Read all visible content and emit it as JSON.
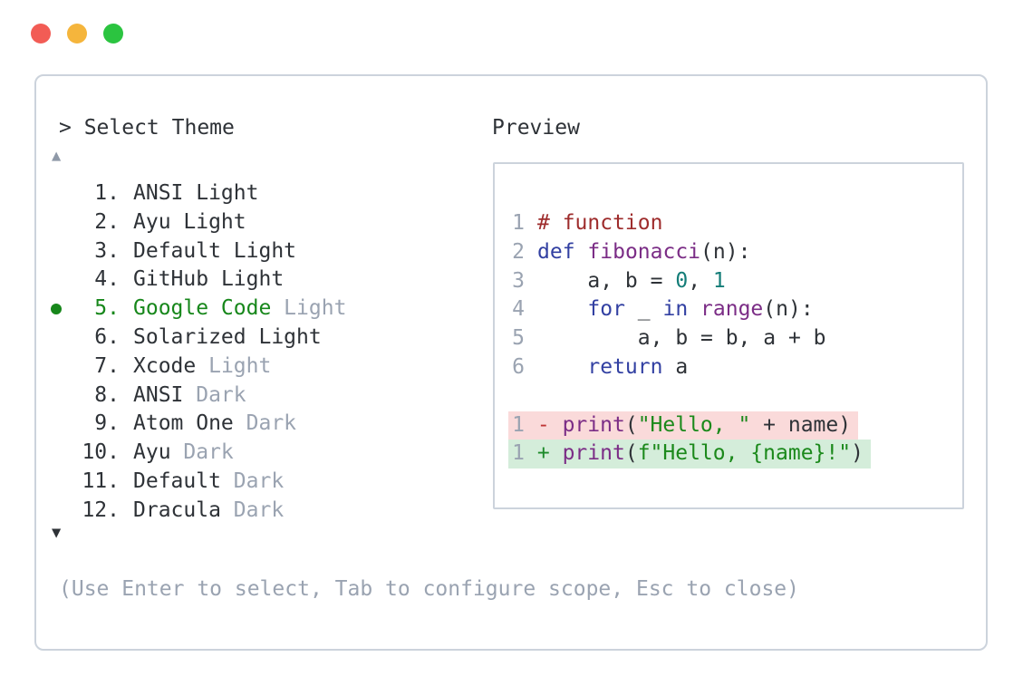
{
  "colors": {
    "traffic-red": "#f25c55",
    "traffic-yellow": "#f5b53c",
    "traffic-green": "#2bc440",
    "text-dark": "#2e3237",
    "text-muted": "#9aa3b1",
    "accent-green": "#17871b",
    "border": "#ccd3dc",
    "syn-comment": "#9e2c2c",
    "syn-keyword": "#3240a2",
    "syn-function": "#7b2d86",
    "syn-number": "#147d78",
    "syn-string": "#1b891b",
    "diff-minus": "#bf3434",
    "diff-plus": "#1d8a2a",
    "diff-removed-bg": "#fadada",
    "diff-added-bg": "#d4edda"
  },
  "window": {
    "controls": [
      {
        "name": "close"
      },
      {
        "name": "minimize"
      },
      {
        "name": "zoom"
      }
    ]
  },
  "theme_picker": {
    "header": "> Select Theme",
    "scroll_up_indicator": "▲",
    "scroll_down_indicator": "▼",
    "items": [
      {
        "number": "1.",
        "name": "ANSI",
        "variant": "Light",
        "variant_muted": false,
        "selected": false
      },
      {
        "number": "2.",
        "name": "Ayu",
        "variant": "Light",
        "variant_muted": false,
        "selected": false
      },
      {
        "number": "3.",
        "name": "Default",
        "variant": "Light",
        "variant_muted": false,
        "selected": false
      },
      {
        "number": "4.",
        "name": "GitHub",
        "variant": "Light",
        "variant_muted": false,
        "selected": false
      },
      {
        "number": "5.",
        "name": "Google Code",
        "variant": "Light",
        "variant_muted": true,
        "selected": true
      },
      {
        "number": "6.",
        "name": "Solarized",
        "variant": "Light",
        "variant_muted": false,
        "selected": false
      },
      {
        "number": "7.",
        "name": "Xcode",
        "variant": "Light",
        "variant_muted": true,
        "selected": false
      },
      {
        "number": "8.",
        "name": "ANSI",
        "variant": "Dark",
        "variant_muted": true,
        "selected": false
      },
      {
        "number": "9.",
        "name": "Atom One",
        "variant": "Dark",
        "variant_muted": true,
        "selected": false
      },
      {
        "number": "10.",
        "name": "Ayu",
        "variant": "Dark",
        "variant_muted": true,
        "selected": false
      },
      {
        "number": "11.",
        "name": "Default",
        "variant": "Dark",
        "variant_muted": true,
        "selected": false
      },
      {
        "number": "12.",
        "name": "Dracula",
        "variant": "Dark",
        "variant_muted": true,
        "selected": false
      }
    ],
    "footer_hint": "(Use Enter to select, Tab to configure scope, Esc to close)"
  },
  "preview": {
    "label": "Preview",
    "code_lines": [
      {
        "number": "1",
        "segments": [
          {
            "t": "# function",
            "c": "comment"
          }
        ]
      },
      {
        "number": "2",
        "segments": [
          {
            "t": "def",
            "c": "keyword"
          },
          {
            "t": " ",
            "c": "plain"
          },
          {
            "t": "fibonacci",
            "c": "function"
          },
          {
            "t": "(n):",
            "c": "plain"
          }
        ]
      },
      {
        "number": "3",
        "segments": [
          {
            "t": "    a, b = ",
            "c": "plain"
          },
          {
            "t": "0",
            "c": "number"
          },
          {
            "t": ", ",
            "c": "plain"
          },
          {
            "t": "1",
            "c": "number"
          }
        ]
      },
      {
        "number": "4",
        "segments": [
          {
            "t": "    ",
            "c": "plain"
          },
          {
            "t": "for",
            "c": "keyword"
          },
          {
            "t": " _ ",
            "c": "plain"
          },
          {
            "t": "in",
            "c": "keyword"
          },
          {
            "t": " ",
            "c": "plain"
          },
          {
            "t": "range",
            "c": "function"
          },
          {
            "t": "(n):",
            "c": "plain"
          }
        ]
      },
      {
        "number": "5",
        "segments": [
          {
            "t": "        a, b = b, a + b",
            "c": "plain"
          }
        ]
      },
      {
        "number": "6",
        "segments": [
          {
            "t": "    ",
            "c": "plain"
          },
          {
            "t": "return",
            "c": "keyword"
          },
          {
            "t": " a",
            "c": "plain"
          }
        ]
      }
    ],
    "diff_lines": [
      {
        "number": "1",
        "type": "removed",
        "segments": [
          {
            "t": " ",
            "c": "plain"
          },
          {
            "t": "-",
            "c": "minus"
          },
          {
            "t": " ",
            "c": "plain"
          },
          {
            "t": "print",
            "c": "function"
          },
          {
            "t": "(",
            "c": "plain"
          },
          {
            "t": "\"Hello, \"",
            "c": "string"
          },
          {
            "t": " + name)",
            "c": "plain"
          }
        ]
      },
      {
        "number": "1",
        "type": "added",
        "segments": [
          {
            "t": " ",
            "c": "plain"
          },
          {
            "t": "+",
            "c": "plus"
          },
          {
            "t": " ",
            "c": "plain"
          },
          {
            "t": "print",
            "c": "function"
          },
          {
            "t": "(",
            "c": "plain"
          },
          {
            "t": "f\"Hello, {name}!\"",
            "c": "string"
          },
          {
            "t": ")",
            "c": "plain"
          }
        ]
      }
    ]
  }
}
